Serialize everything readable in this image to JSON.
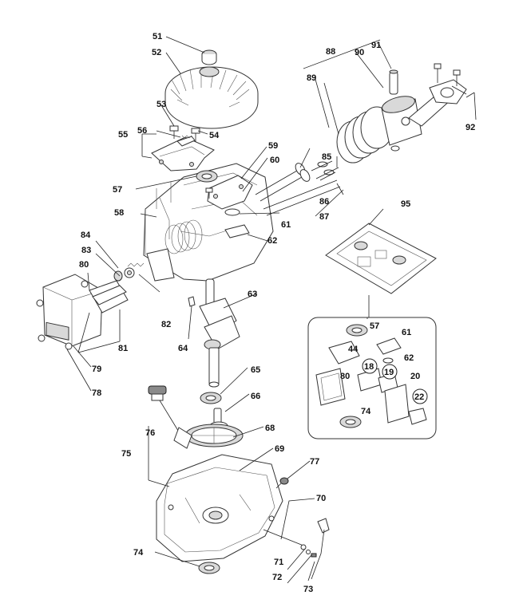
{
  "labels": {
    "p51": "51",
    "p52": "52",
    "p53": "53",
    "p54": "54",
    "p55": "55",
    "p56": "56",
    "p57": "57",
    "p58": "58",
    "p59": "59",
    "p60": "60",
    "p61": "61",
    "p62": "62",
    "p63": "63",
    "p64": "64",
    "p65": "65",
    "p66": "66",
    "p68": "68",
    "p69": "69",
    "p70": "70",
    "p71": "71",
    "p72": "72",
    "p73": "73",
    "p74": "74",
    "p75": "75",
    "p76": "76",
    "p77": "77",
    "p78": "78",
    "p79": "79",
    "p80": "80",
    "p81": "81",
    "p82": "82",
    "p83": "83",
    "p84": "84",
    "p85": "85",
    "p86": "86",
    "p87": "87",
    "p88": "88",
    "p89": "89",
    "p90": "90",
    "p91": "91",
    "p92": "92",
    "p95": "95"
  },
  "kit": {
    "k57": "57",
    "k61": "61",
    "k44": "44",
    "k62": "62",
    "k18": "18",
    "k19": "19",
    "k20": "20",
    "k80": "80",
    "k22": "22",
    "k74": "74"
  }
}
